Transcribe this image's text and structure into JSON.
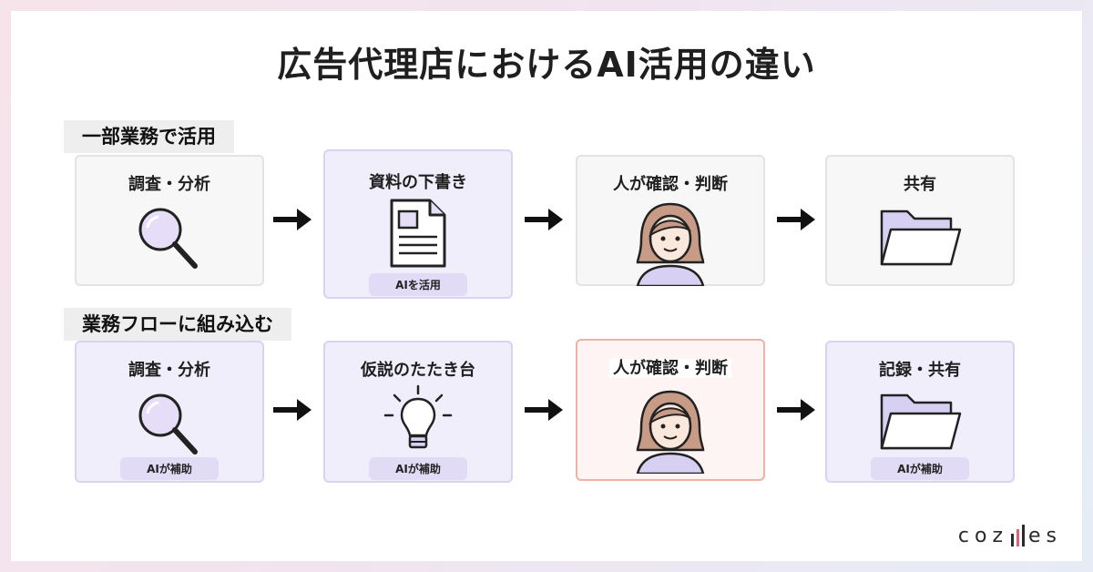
{
  "title": "広告代理店におけるAI活用の違い",
  "rows": [
    {
      "label": "一部業務で活用",
      "steps": [
        {
          "title": "調査・分析",
          "icon": "magnifier-icon",
          "badge": ""
        },
        {
          "title": "資料の下書き",
          "icon": "document-icon",
          "badge": "AIを活用"
        },
        {
          "title": "人が確認・判断",
          "icon": "person-icon",
          "badge": ""
        },
        {
          "title": "共有",
          "icon": "folder-icon",
          "badge": ""
        }
      ]
    },
    {
      "label": "業務フローに組み込む",
      "steps": [
        {
          "title": "調査・分析",
          "icon": "magnifier-icon",
          "badge": "AIが補助"
        },
        {
          "title": "仮説のたたき台",
          "icon": "lightbulb-icon",
          "badge": "AIが補助"
        },
        {
          "title": "人が確認・判断",
          "icon": "person-icon",
          "badge": ""
        },
        {
          "title": "記録・共有",
          "icon": "folder-icon",
          "badge": "AIが補助"
        }
      ]
    }
  ],
  "logo": {
    "left": "coz",
    "right": "es"
  },
  "colors": {
    "ai_fill": "#f1eefb",
    "ai_border": "#d9d2f0",
    "alert_border": "#efb2aa",
    "badge": "#e2dbf5"
  }
}
